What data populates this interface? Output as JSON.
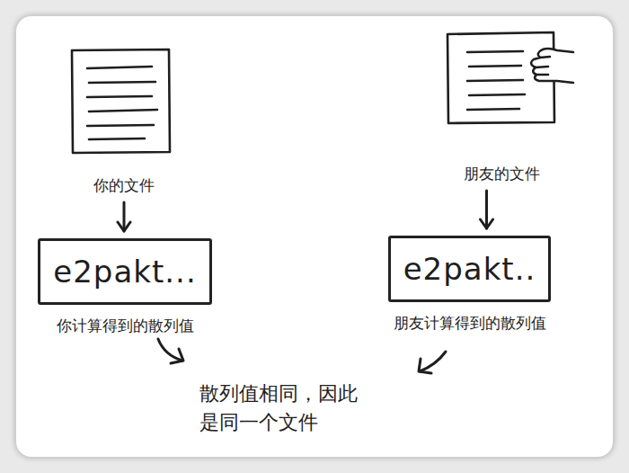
{
  "diagram": {
    "nodes": [
      {
        "text": [
          "你的文件"
        ]
      },
      {
        "text": [
          "e2pakt...",
          "你计算得到的散列值"
        ]
      },
      {
        "text": [
          "朋友的文件"
        ]
      },
      {
        "text": [
          "e2pakt..",
          "朋友计算得到的散列值"
        ]
      }
    ],
    "edges": [
      {
        "from": 0,
        "to": 1,
        "arrow": "to"
      },
      {
        "from": 2,
        "to": 3,
        "arrow": "to"
      }
    ],
    "labels": [
      "散列值相同，因此 是同一个文件"
    ]
  }
}
